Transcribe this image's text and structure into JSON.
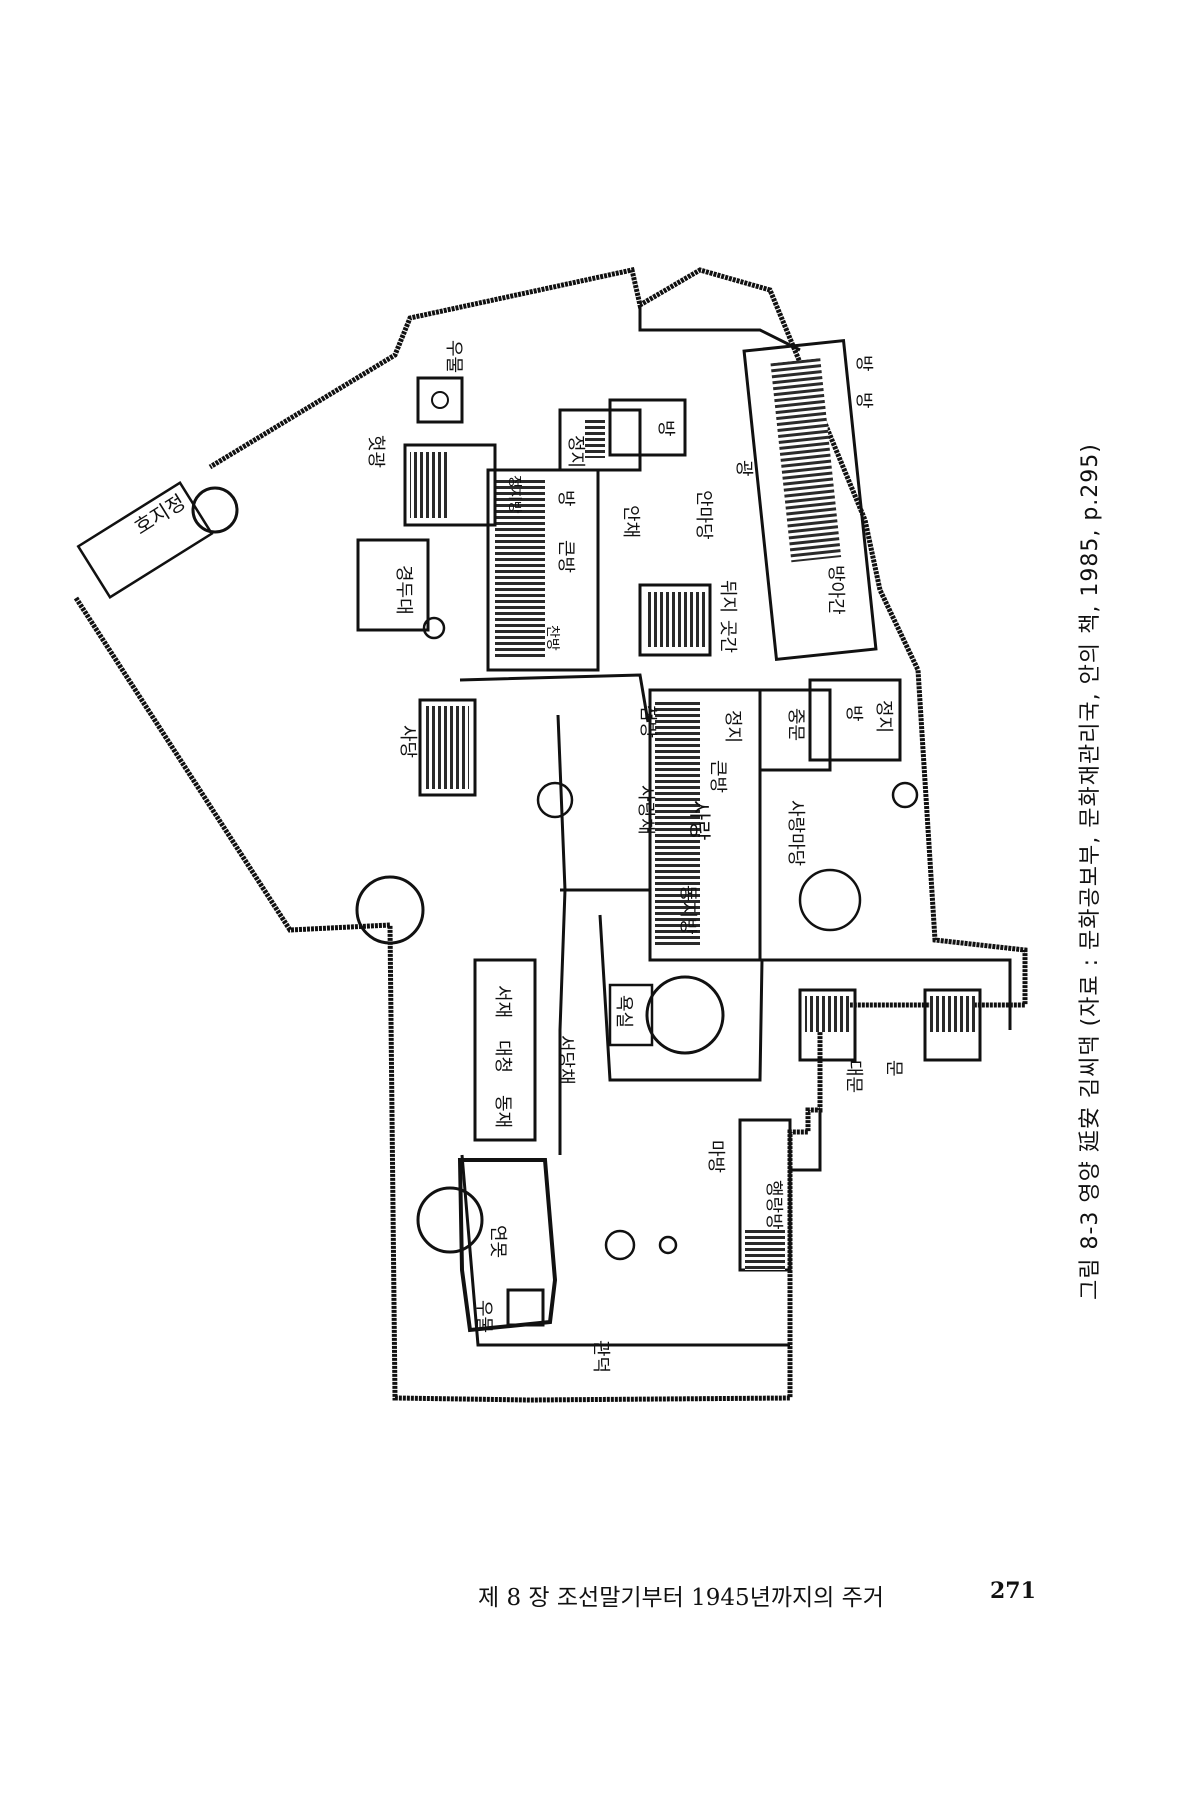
{
  "caption": "그림 8-3 영양 延安 김씨댁 (자료 : 문화공보부, 문화재관리국, 안의 책, 1985, p.295)",
  "footer": {
    "chapter_title": "제 8 장  조선말기부터 1945년까지의 주거",
    "page_number": "271"
  },
  "labels": {
    "hojijeong": "호지정",
    "ubul_top": "우물",
    "hangwang": "헛광",
    "gyeongdudae": "경두대",
    "sadang": "사당",
    "jeongji_top": "정지",
    "bang_small": "방",
    "jeongjibang": "정지방",
    "bang_an": "방",
    "keunbang": "큰방",
    "chanbang": "찬방",
    "anchae": "안채",
    "anmadang": "안마당",
    "gwang": "광",
    "bang_r1": "방",
    "bang_r2": "방",
    "bangagan": "방아간",
    "dwiji": "뒤지",
    "gotgan": "곳간",
    "cheongbang": "첨방",
    "jeongji_sa": "정지",
    "keonbang": "큰방",
    "sarang": "사랑",
    "dongjibang": "동지방",
    "sarangchae": "사랑채",
    "sarangmadang": "사랑마당",
    "jungmun": "중문",
    "bang_gate": "방",
    "jeongji_gate": "정지",
    "daemun": "대문",
    "mun": "문",
    "yoksil": "욕실",
    "seojae": "서재",
    "daecheong": "대청",
    "dongjae": "동재",
    "seodangchae": "서당채",
    "mabang": "마방",
    "haengnangbang": "행랑방",
    "yeonmot": "연못",
    "ubul_bottom": "우물",
    "gwandeok": "관덕"
  }
}
